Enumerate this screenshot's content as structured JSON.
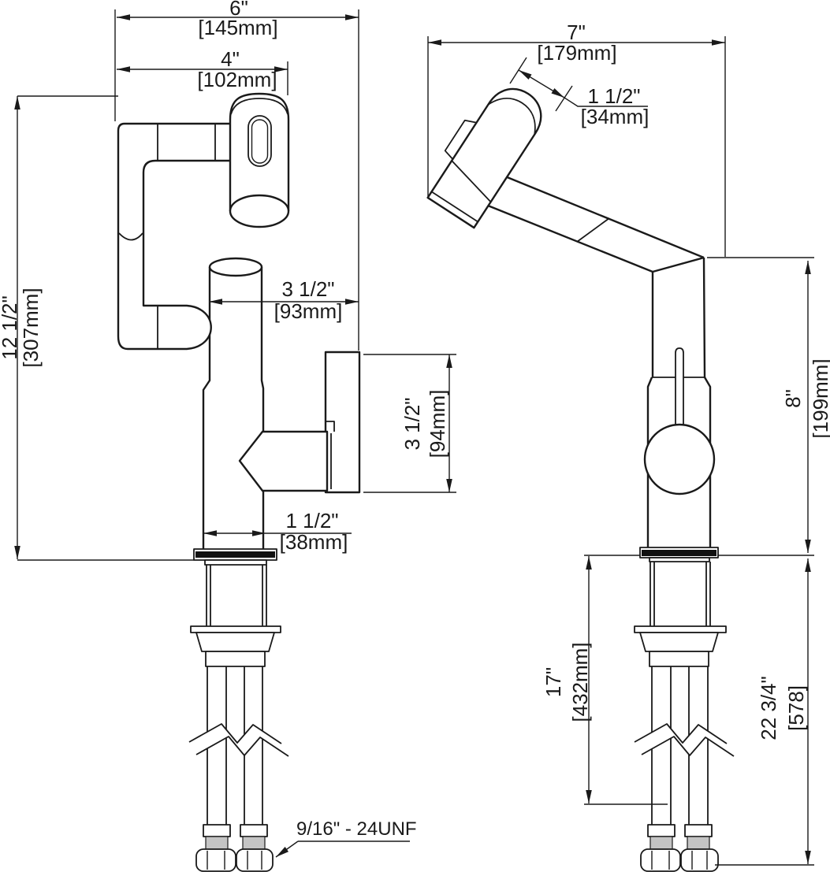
{
  "drawing": {
    "type": "faucet installation dimension drawing",
    "views": {
      "left": "front view",
      "right": "side view"
    },
    "line_color": "#1a1a1a",
    "background": "#ffffff"
  },
  "dimensions": {
    "spout_width": {
      "inch": "6\"",
      "mm": "[145mm]"
    },
    "upper_arm_width": {
      "inch": "4\"",
      "mm": "[102mm]"
    },
    "overall_height": {
      "inch": "12 1/2\"",
      "mm": "[307mm]"
    },
    "spout_to_handle": {
      "inch": "3 1/2\"",
      "mm": "[93mm]"
    },
    "handle_height": {
      "inch": "3 1/2\"",
      "mm": "[94mm]"
    },
    "base_width": {
      "inch": "1 1/2\"",
      "mm": "[38mm]"
    },
    "side_depth": {
      "inch": "7\"",
      "mm": "[179mm]"
    },
    "head_diameter": {
      "inch": "1 1/2\"",
      "mm": "[34mm]"
    },
    "body_height": {
      "inch": "8\"",
      "mm": "[199mm]"
    },
    "hose_drop": {
      "inch": "17\"",
      "mm": "[432mm]"
    },
    "below_deck_total": {
      "inch": "22 3/4\"",
      "mm": "[578]"
    },
    "thread_spec": "9/16\" - 24UNF"
  }
}
